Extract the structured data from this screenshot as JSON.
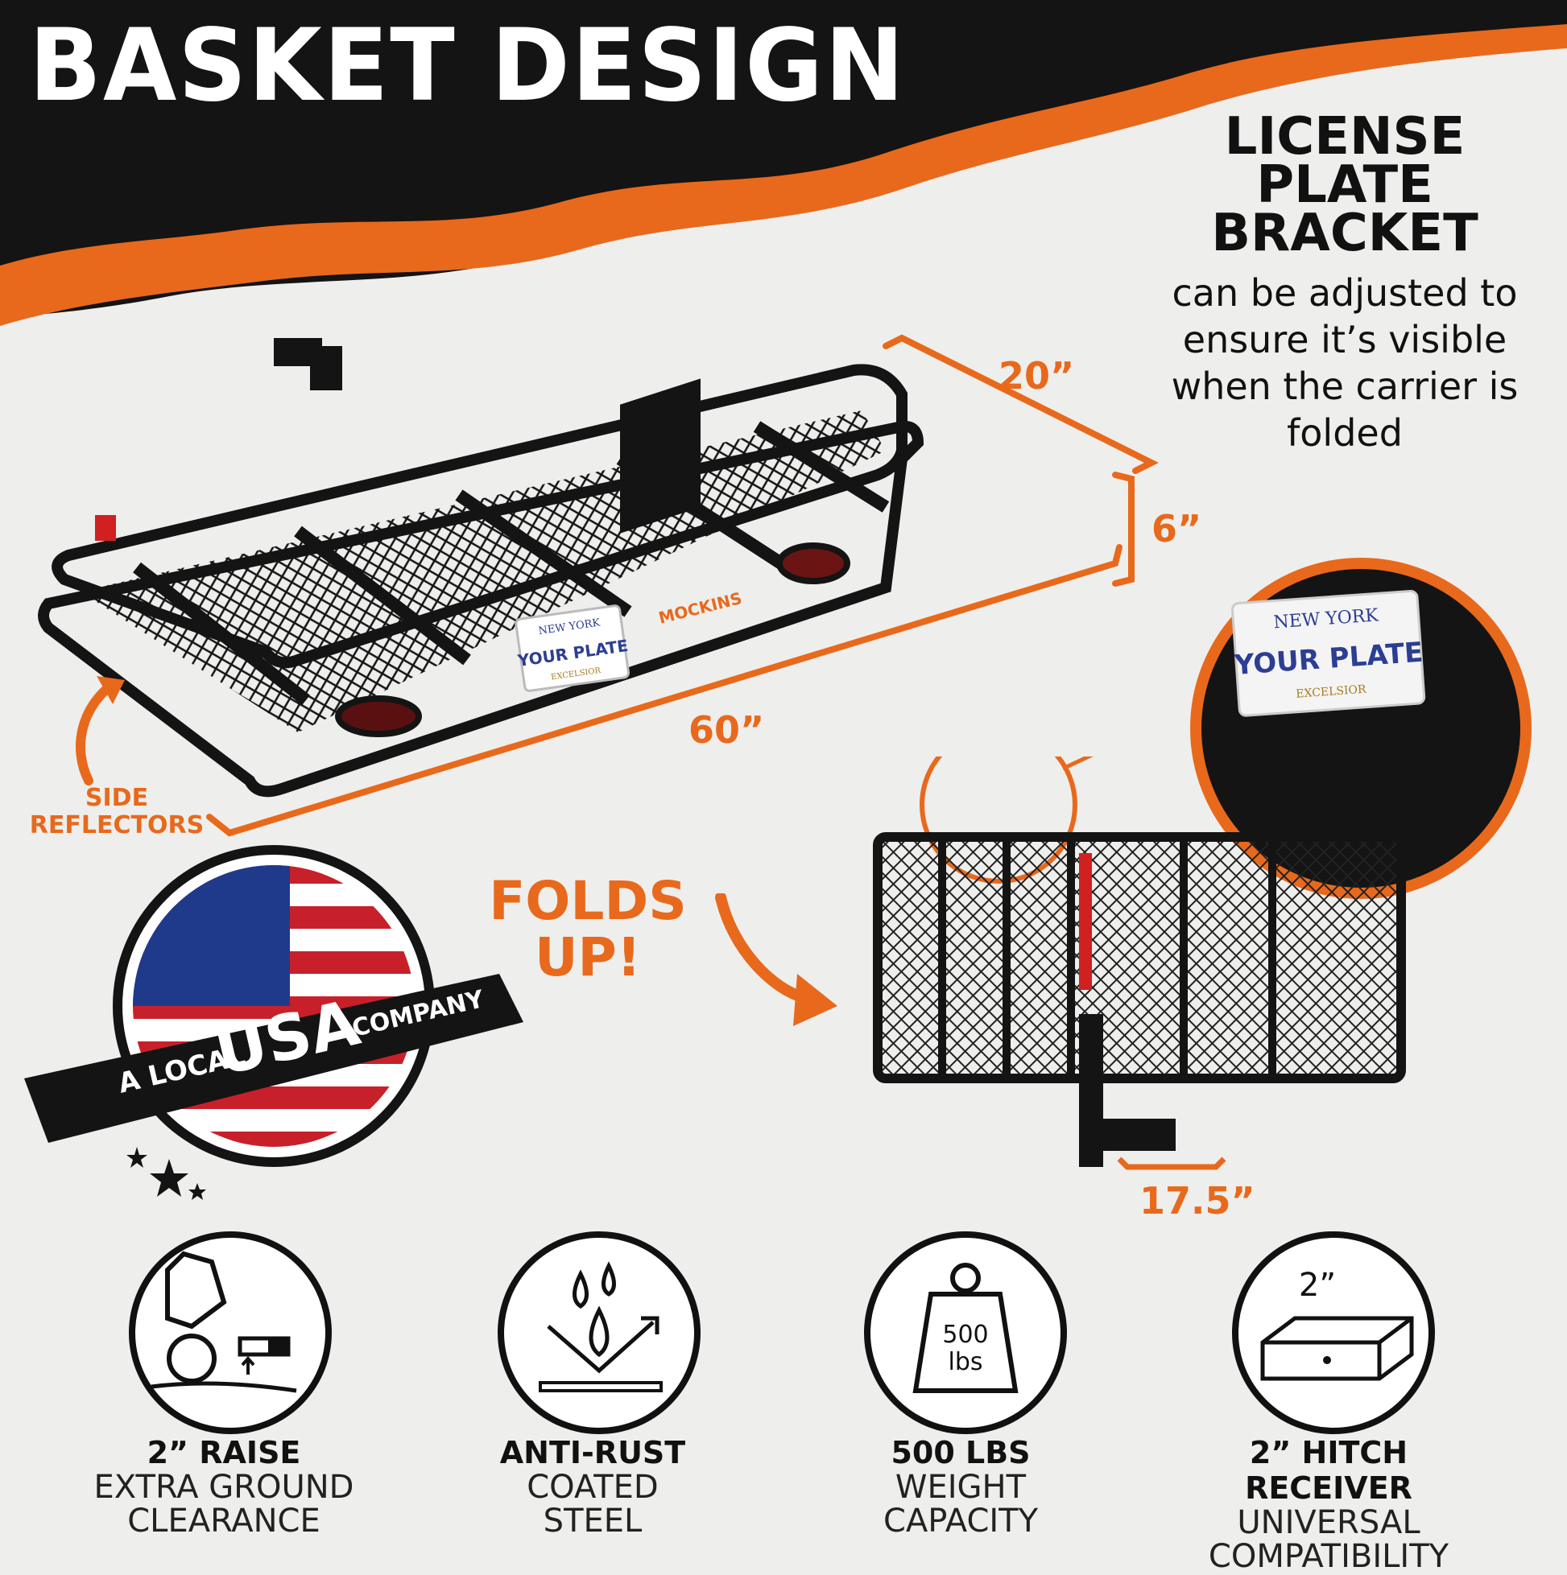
{
  "title": "BASKET DESIGN",
  "license": {
    "heading": "LICENSE PLATE BRACKET",
    "body": "can be adjusted to ensure it’s visible when the carrier is folded"
  },
  "dimensions": {
    "width": "20”",
    "height": "6”",
    "length": "60”",
    "folded_depth": "17.5”"
  },
  "side_reflectors": "SIDE REFLECTORS",
  "folds_up": "FOLDS UP!",
  "badge": {
    "prefix": "A LOCAL",
    "main": "USA",
    "suffix": "COMPANY"
  },
  "plate": {
    "state": "NEW YORK",
    "text": "YOUR PLATE",
    "motto": "EXCELSIOR"
  },
  "brand": "MOCKINS",
  "features": [
    {
      "icon": "raise-icon",
      "heading": "2” RAISE",
      "line1": "EXTRA GROUND",
      "line2": "CLEARANCE"
    },
    {
      "icon": "water-drop-icon",
      "heading": "ANTI-RUST",
      "line1": "COATED",
      "line2": "STEEL"
    },
    {
      "icon": "weight-icon",
      "heading": "500 LBS",
      "line1": "WEIGHT",
      "line2": "CAPACITY",
      "weight_label_1": "500",
      "weight_label_2": "lbs"
    },
    {
      "icon": "hitch-tube-icon",
      "heading": "2” HITCH RECEIVER",
      "line1": "UNIVERSAL",
      "line2": "COMPATIBILITY",
      "tube_label": "2”"
    }
  ],
  "colors": {
    "accent": "#e8691c",
    "dark": "#141414",
    "background": "#eeeeec"
  }
}
